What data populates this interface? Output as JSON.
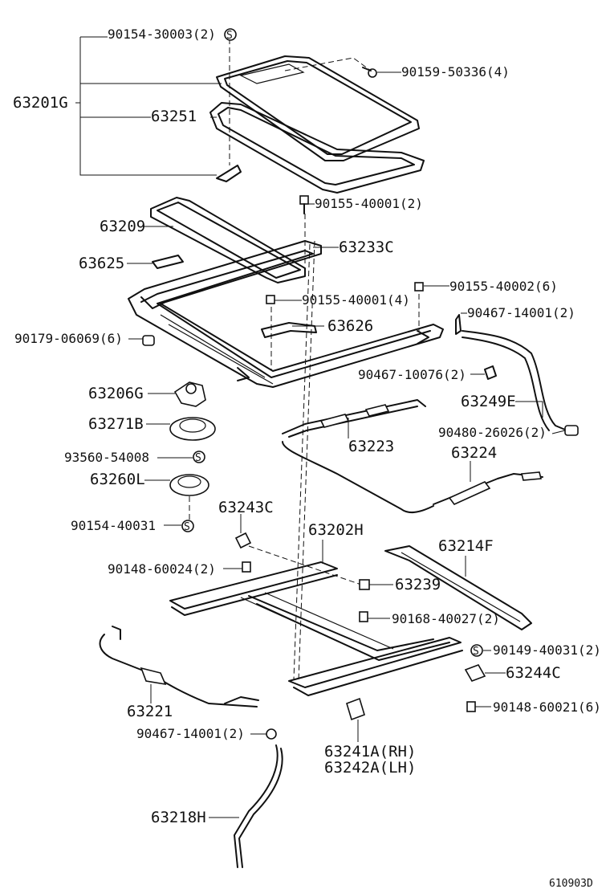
{
  "labels": {
    "p90154_30003": "90154-30003(2)",
    "p90159_50336": "90159-50336(4)",
    "p63201G": "63201G",
    "p63251": "63251",
    "p90155_40001a": "90155-40001(2)",
    "p63209": "63209",
    "p63233C": "63233C",
    "p63625": "63625",
    "p90155_40001b": "90155-40001(4)",
    "p90155_40002": "90155-40002(6)",
    "p90467_14001a": "90467-14001(2)",
    "p90179_06069": "90179-06069(6)",
    "p63626": "63626",
    "p90467_10076": "90467-10076(2)",
    "p63206G": "63206G",
    "p63249E": "63249E",
    "p63271B": "63271B",
    "p63223": "63223",
    "p90480_26026": "90480-26026(2)",
    "p93560_54008": "93560-54008",
    "p63224": "63224",
    "p63260L": "63260L",
    "p63243C": "63243C",
    "p90154_40031": "90154-40031",
    "p63202H": "63202H",
    "p63214F": "63214F",
    "p90148_60024": "90148-60024(2)",
    "p63239": "63239",
    "p90168_40027": "90168-40027(2)",
    "p90149_40031": "90149-40031(2)",
    "p63244C": "63244C",
    "p63221": "63221",
    "p90148_60021": "90148-60021(6)",
    "p90467_14001b": "90467-14001(2)",
    "p63241A": "63241A(RH)",
    "p63242A": "63242A(LH)",
    "p63218H": "63218H",
    "drawing_code": "610903D"
  },
  "symbols": {
    "s_mark": "S"
  }
}
